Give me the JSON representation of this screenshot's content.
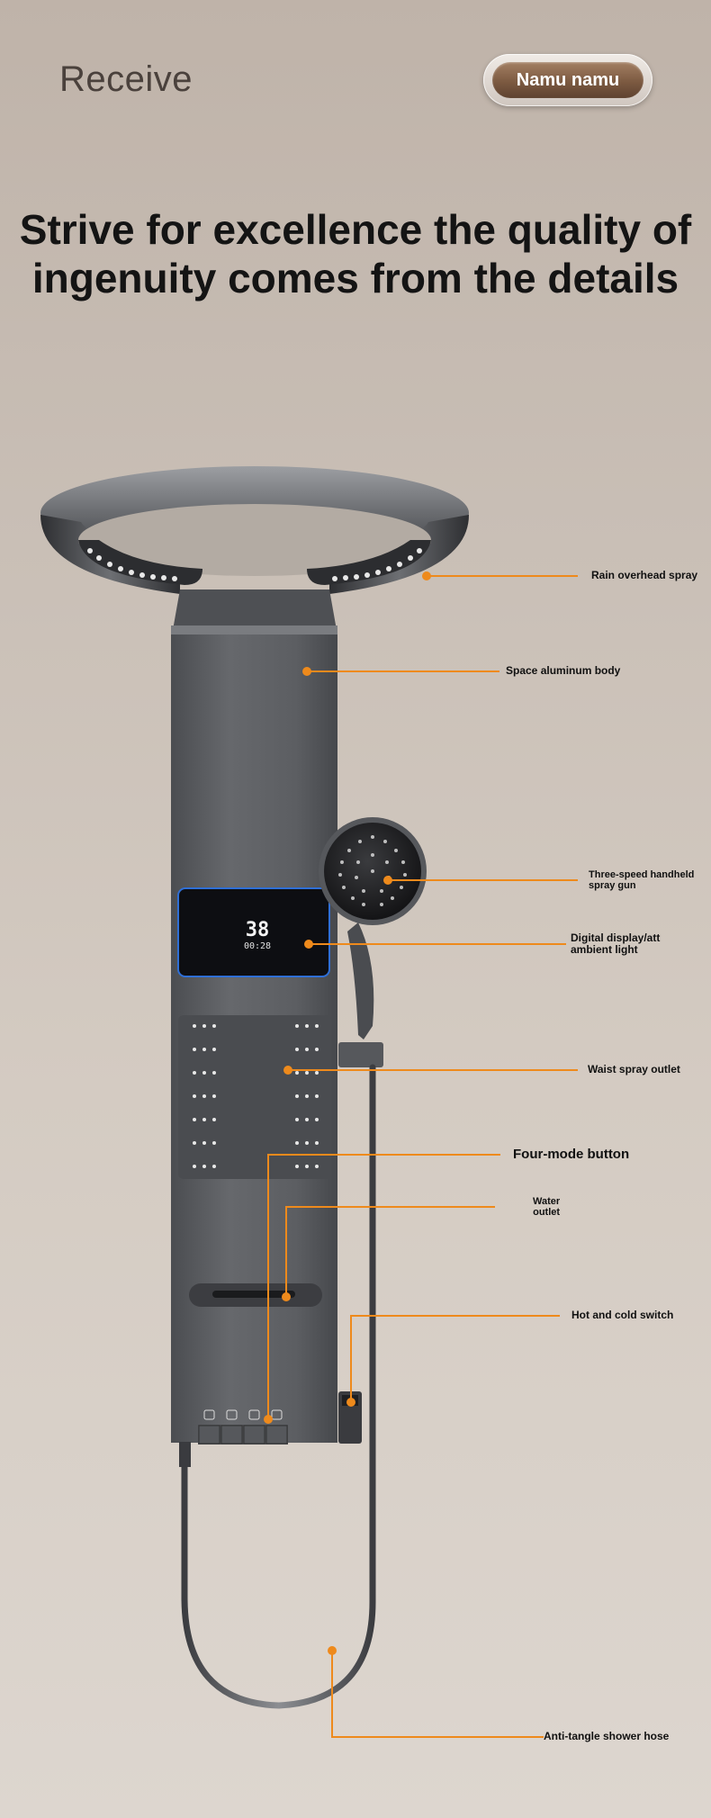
{
  "header": {
    "brand": "Receive",
    "badge": "Namu namu"
  },
  "headline": {
    "line1": "Strive for excellence the quality of",
    "line2": "ingenuity comes from the details"
  },
  "display": {
    "reading_main": "38",
    "reading_sub": "00:28"
  },
  "callouts": {
    "rain": "Rain overhead spray",
    "body": "Space aluminum body",
    "handheld_line1": "Three-speed handheld",
    "handheld_line2": "spray gun",
    "display_line1": "Digital display/att",
    "display_line2": "ambient light",
    "waist": "Waist spray outlet",
    "four_mode": "Four-mode button",
    "water_line1": "Water",
    "water_line2": "outlet",
    "hotcold": "Hot and cold switch",
    "hose": "Anti-tangle shower hose"
  },
  "colors": {
    "accent_orange": "#ee8a1c",
    "panel_gray": "#5a5c60",
    "badge_brown": "#7c5a41",
    "display_glow": "#2f6fd6"
  }
}
